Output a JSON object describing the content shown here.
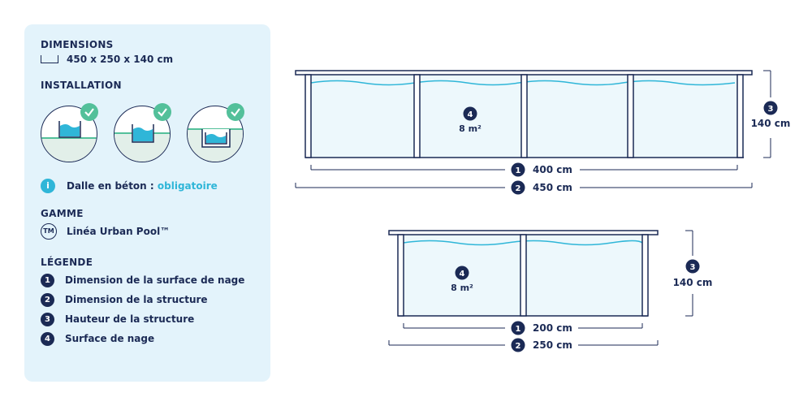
{
  "sidebar": {
    "dimensions_title": "DIMENSIONS",
    "dimensions_value": "450 x 250 x 140 cm",
    "installation_title": "INSTALLATION",
    "dalle_label": "Dalle en béton :",
    "dalle_value": "obligatoire",
    "gamme_title": "GAMME",
    "gamme_value": "Linéa Urban Pool™",
    "tm_icon_text": "TM",
    "info_icon_text": "i",
    "legende_title": "LÉGENDE",
    "legend": [
      {
        "num": "1",
        "label": "Dimension de la surface de nage"
      },
      {
        "num": "2",
        "label": "Dimension de la structure"
      },
      {
        "num": "3",
        "label": "Hauteur de la structure"
      },
      {
        "num": "4",
        "label": "Surface de nage"
      }
    ]
  },
  "pool_large": {
    "area_num": "4",
    "area": "8 m²",
    "width_num": "1",
    "width": "400 cm",
    "length_num": "2",
    "length": "450 cm",
    "height_num": "3",
    "height": "140 cm"
  },
  "pool_small": {
    "area_num": "4",
    "area": "8 m²",
    "width_num": "1",
    "width": "200 cm",
    "length_num": "2",
    "length": "250 cm",
    "height_num": "3",
    "height": "140 cm"
  },
  "colors": {
    "navy": "#1b2a55",
    "panel_bg": "#e3f3fb",
    "water": "#2fb6d8",
    "pool_fill": "#edf8fc",
    "check_green": "#53c09a"
  }
}
